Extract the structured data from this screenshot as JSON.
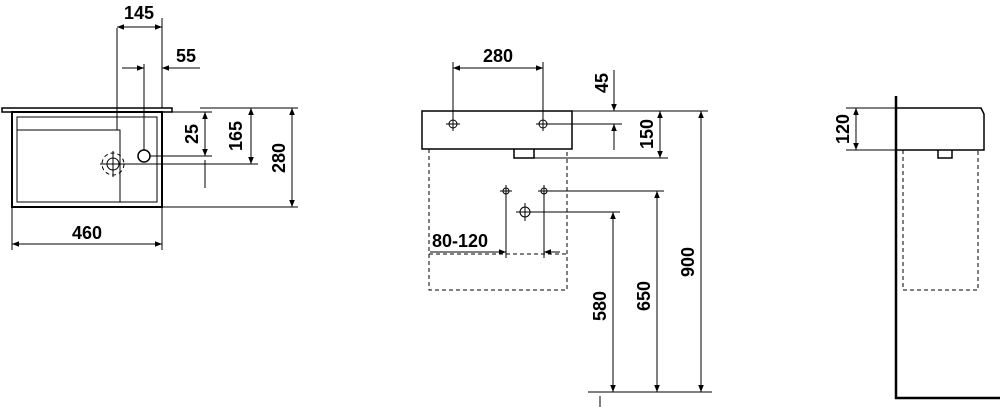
{
  "top_view": {
    "dim_tap_from_edge": "145",
    "dim_tap_offset": "55",
    "dim_tap_hole": "25",
    "dim_drain_pos": "165",
    "dim_depth": "280",
    "dim_width": "460"
  },
  "front_view": {
    "dim_fixing_spacing": "280",
    "dim_fixing_from_top": "45",
    "dim_drain_height": "150",
    "dim_supply_spacing": "80-120",
    "dim_waste_height": "580",
    "dim_supply_height": "650",
    "dim_rim_height": "900"
  },
  "side_view": {
    "dim_basin_height": "120"
  },
  "icons": [
    "fixing-hole-icon",
    "supply-connection-icon",
    "waste-connection-icon",
    "drain-icon"
  ]
}
